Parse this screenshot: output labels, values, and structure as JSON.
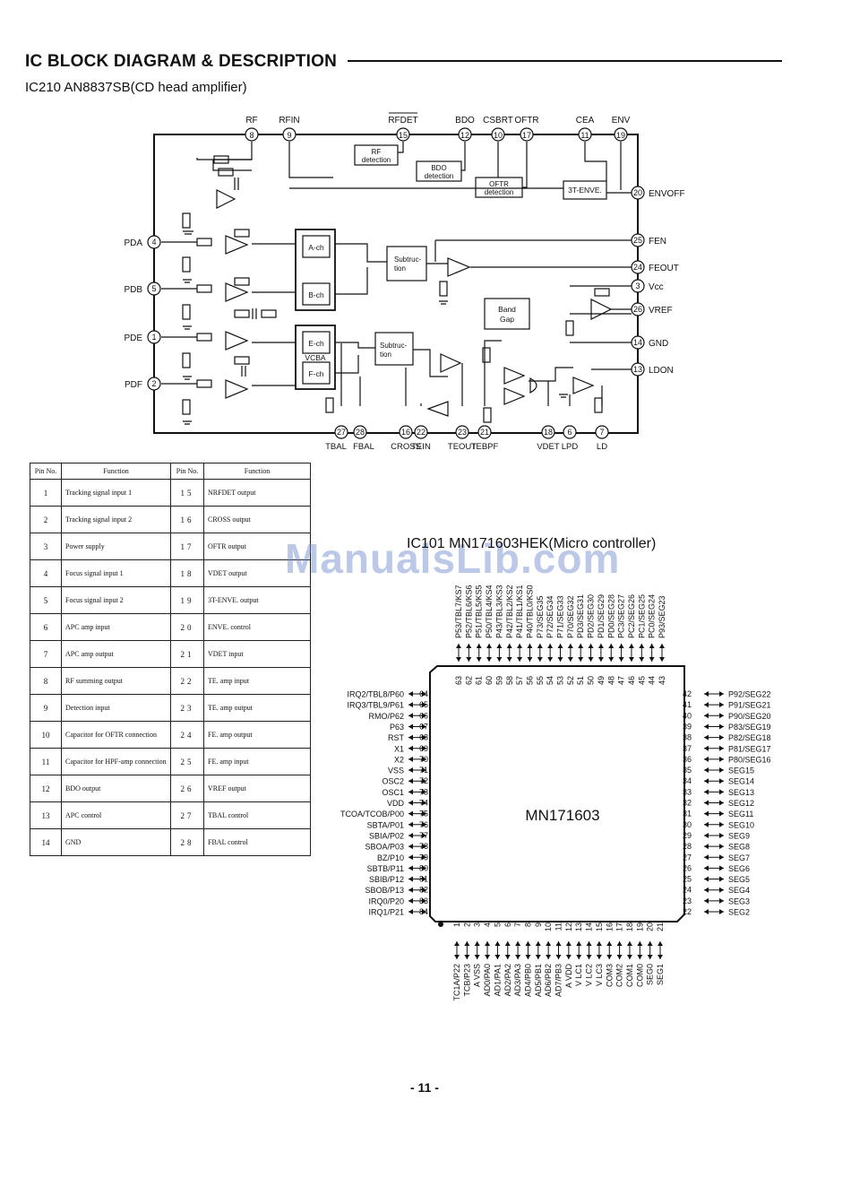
{
  "header": {
    "title": "IC BLOCK DIAGRAM & DESCRIPTION",
    "subtitle": "IC210 AN8837SB(CD head amplifier)"
  },
  "block_diagram": {
    "top_pins": [
      {
        "label": "RF",
        "num": "8"
      },
      {
        "label": "RFIN",
        "num": "9"
      },
      {
        "label": "RFDET",
        "num": "15"
      },
      {
        "label": "BDO",
        "num": "12"
      },
      {
        "label": "CSBRT",
        "num": "10"
      },
      {
        "label": "OFTR",
        "num": "17"
      },
      {
        "label": "CEA",
        "num": "11"
      },
      {
        "label": "ENV",
        "num": "19"
      }
    ],
    "right_pins": [
      {
        "label": "ENVOFF",
        "num": "20"
      },
      {
        "label": "FEN",
        "num": "25"
      },
      {
        "label": "FEOUT",
        "num": "24"
      },
      {
        "label": "Vcc",
        "num": "3"
      },
      {
        "label": "VREF",
        "num": "26"
      },
      {
        "label": "GND",
        "num": "14"
      },
      {
        "label": "LDON",
        "num": "13"
      }
    ],
    "left_pins": [
      {
        "label": "PDA",
        "num": "4"
      },
      {
        "label": "PDB",
        "num": "5"
      },
      {
        "label": "PDE",
        "num": "1"
      },
      {
        "label": "PDF",
        "num": "2"
      }
    ],
    "bottom_pins": [
      {
        "label": "TBAL",
        "num": "27"
      },
      {
        "label": "FBAL",
        "num": "28"
      },
      {
        "label": "CROSS",
        "num": "16"
      },
      {
        "label": "TEIN",
        "num": "22"
      },
      {
        "label": "TEOUT",
        "num": "23"
      },
      {
        "label": "TEBPF",
        "num": "21"
      },
      {
        "label": "VDET",
        "num": "18"
      },
      {
        "label": "LPD",
        "num": "6"
      },
      {
        "label": "LD",
        "num": "7"
      }
    ],
    "blocks": {
      "rf_detection": [
        "RF",
        "detection"
      ],
      "bdo_detection": [
        "BDO",
        "detection"
      ],
      "oftr_detection": [
        "OFTR",
        "detection"
      ],
      "enve": "3T-ENVE.",
      "a_ch": "A-ch",
      "b_ch": "B-ch",
      "e_ch": "E-ch",
      "vcba": "VCBA",
      "f_ch": "F-ch",
      "subtraction1": [
        "Subtruc-",
        "tion"
      ],
      "subtraction2": [
        "Subtruc-",
        "tion"
      ],
      "band_gap": [
        "Band",
        "Gap"
      ]
    }
  },
  "pin_table": {
    "headers": [
      "Pin No.",
      "Function",
      "Pin No.",
      "Function"
    ],
    "rows": [
      {
        "n1": "1",
        "f1": "Tracking signal input 1",
        "n2": "15",
        "f2": "NRFDET output"
      },
      {
        "n1": "2",
        "f1": "Tracking signal input 2",
        "n2": "16",
        "f2": "CROSS output"
      },
      {
        "n1": "3",
        "f1": "Power supply",
        "n2": "17",
        "f2": "OFTR output"
      },
      {
        "n1": "4",
        "f1": "Focus signal input 1",
        "n2": "18",
        "f2": "VDET output"
      },
      {
        "n1": "5",
        "f1": "Focus signal input 2",
        "n2": "19",
        "f2": "3T-ENVE. output"
      },
      {
        "n1": "6",
        "f1": "APC amp input",
        "n2": "20",
        "f2": "ENVE. control"
      },
      {
        "n1": "7",
        "f1": "APC amp output",
        "n2": "21",
        "f2": "VDET input"
      },
      {
        "n1": "8",
        "f1": "RF summing output",
        "n2": "22",
        "f2": "TE. amp input"
      },
      {
        "n1": "9",
        "f1": "Detection input",
        "n2": "23",
        "f2": "TE. amp output"
      },
      {
        "n1": "10",
        "f1": "Capacitor for OFTR connection",
        "n2": "24",
        "f2": "FE. amp output"
      },
      {
        "n1": "11",
        "f1": "Capacitor for HPF-amp connection",
        "n2": "25",
        "f2": "FE. amp input"
      },
      {
        "n1": "12",
        "f1": "BDO output",
        "n2": "26",
        "f2": "VREF output"
      },
      {
        "n1": "13",
        "f1": "APC control",
        "n2": "27",
        "f2": "TBAL control"
      },
      {
        "n1": "14",
        "f1": "GND",
        "n2": "28",
        "f2": "FBAL control"
      }
    ]
  },
  "microcontroller": {
    "title": "IC101 MN171603HEK(Micro controller)",
    "chip_label": "MN171603",
    "watermark": "ManualsLib.com",
    "top_pins": [
      {
        "num": "63",
        "name": "P53/TBL7/KS7"
      },
      {
        "num": "62",
        "name": "P52/TBL6/KS6"
      },
      {
        "num": "61",
        "name": "P51/TBL5/KS5"
      },
      {
        "num": "60",
        "name": "P50/TBL4/KS4"
      },
      {
        "num": "59",
        "name": "P43/TBL3/KS3"
      },
      {
        "num": "58",
        "name": "P42/TBL2/KS2"
      },
      {
        "num": "57",
        "name": "P41/TBL1/KS1"
      },
      {
        "num": "56",
        "name": "P40/TBL0/KS0"
      },
      {
        "num": "55",
        "name": "P73/SEG35"
      },
      {
        "num": "54",
        "name": "P72/SEG34"
      },
      {
        "num": "53",
        "name": "P71/SEG33"
      },
      {
        "num": "52",
        "name": "P70/SEG32"
      },
      {
        "num": "51",
        "name": "PD3/SEG31"
      },
      {
        "num": "50",
        "name": "PD2/SEG30"
      },
      {
        "num": "49",
        "name": "PD1/SEG29"
      },
      {
        "num": "48",
        "name": "PD0/SEG28"
      },
      {
        "num": "47",
        "name": "PC3/SEG27"
      },
      {
        "num": "46",
        "name": "PC2/SEG26"
      },
      {
        "num": "45",
        "name": "PC1/SEG25"
      },
      {
        "num": "44",
        "name": "PC0/SEG24"
      },
      {
        "num": "43",
        "name": "P93/SEG23"
      }
    ],
    "left_pins": [
      {
        "num": "64",
        "name": "IRQ2/TBL8/P60"
      },
      {
        "num": "65",
        "name": "IRQ3/TBL9/P61"
      },
      {
        "num": "66",
        "name": "RMO/P62"
      },
      {
        "num": "67",
        "name": "P63"
      },
      {
        "num": "68",
        "name": "RST"
      },
      {
        "num": "69",
        "name": "X1"
      },
      {
        "num": "70",
        "name": "X2"
      },
      {
        "num": "71",
        "name": "VSS"
      },
      {
        "num": "72",
        "name": "OSC2"
      },
      {
        "num": "73",
        "name": "OSC1"
      },
      {
        "num": "74",
        "name": "VDD"
      },
      {
        "num": "75",
        "name": "TCOA/TCOB/P00"
      },
      {
        "num": "76",
        "name": "SBTA/P01"
      },
      {
        "num": "77",
        "name": "SBIA/P02"
      },
      {
        "num": "78",
        "name": "SBOA/P03"
      },
      {
        "num": "79",
        "name": "BZ/P10"
      },
      {
        "num": "80",
        "name": "SBTB/P11"
      },
      {
        "num": "81",
        "name": "SBIB/P12"
      },
      {
        "num": "82",
        "name": "SBOB/P13"
      },
      {
        "num": "83",
        "name": "IRQ0/P20"
      },
      {
        "num": "84",
        "name": "IRQ1/P21"
      }
    ],
    "right_pins": [
      {
        "num": "42",
        "name": "P92/SEG22"
      },
      {
        "num": "41",
        "name": "P91/SEG21"
      },
      {
        "num": "40",
        "name": "P90/SEG20"
      },
      {
        "num": "39",
        "name": "P83/SEG19"
      },
      {
        "num": "38",
        "name": "P82/SEG18"
      },
      {
        "num": "37",
        "name": "P81/SEG17"
      },
      {
        "num": "36",
        "name": "P80/SEG16"
      },
      {
        "num": "35",
        "name": "SEG15"
      },
      {
        "num": "34",
        "name": "SEG14"
      },
      {
        "num": "33",
        "name": "SEG13"
      },
      {
        "num": "32",
        "name": "SEG12"
      },
      {
        "num": "31",
        "name": "SEG11"
      },
      {
        "num": "30",
        "name": "SEG10"
      },
      {
        "num": "29",
        "name": "SEG9"
      },
      {
        "num": "28",
        "name": "SEG8"
      },
      {
        "num": "27",
        "name": "SEG7"
      },
      {
        "num": "26",
        "name": "SEG6"
      },
      {
        "num": "25",
        "name": "SEG5"
      },
      {
        "num": "24",
        "name": "SEG4"
      },
      {
        "num": "23",
        "name": "SEG3"
      },
      {
        "num": "22",
        "name": "SEG2"
      }
    ],
    "bottom_pins": [
      {
        "num": "1",
        "name": "TC1A/P22"
      },
      {
        "num": "2",
        "name": "TCB/P23"
      },
      {
        "num": "3",
        "name": "A VSS"
      },
      {
        "num": "4",
        "name": "AD0/PA0"
      },
      {
        "num": "5",
        "name": "AD1/PA1"
      },
      {
        "num": "6",
        "name": "AD2/PA2"
      },
      {
        "num": "7",
        "name": "AD3/PA3"
      },
      {
        "num": "8",
        "name": "AD4/PB0"
      },
      {
        "num": "9",
        "name": "AD5/PB1"
      },
      {
        "num": "10",
        "name": "AD6/PB2"
      },
      {
        "num": "11",
        "name": "AD7/PB3"
      },
      {
        "num": "12",
        "name": "A VDD"
      },
      {
        "num": "13",
        "name": "V LC1"
      },
      {
        "num": "14",
        "name": "V LC2"
      },
      {
        "num": "15",
        "name": "V LC3"
      },
      {
        "num": "16",
        "name": "COM3"
      },
      {
        "num": "17",
        "name": "COM2"
      },
      {
        "num": "18",
        "name": "COM1"
      },
      {
        "num": "19",
        "name": "COM0"
      },
      {
        "num": "20",
        "name": "SEG0"
      },
      {
        "num": "21",
        "name": "SEG1"
      }
    ]
  },
  "footer": {
    "page_number": "- 11 -"
  }
}
